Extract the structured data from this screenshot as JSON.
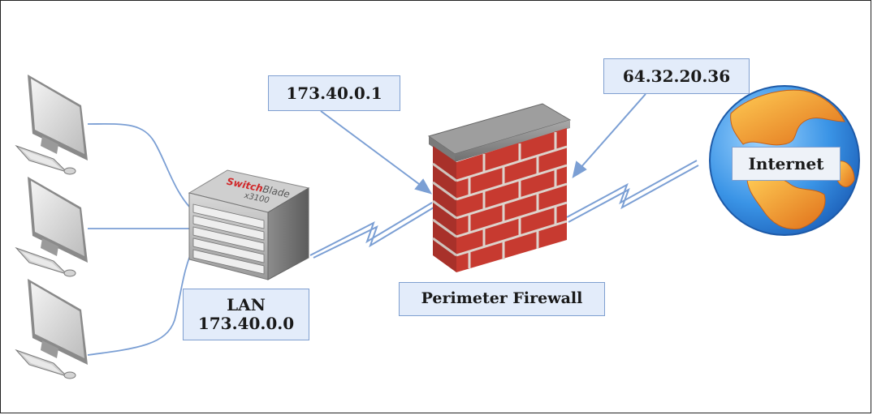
{
  "labels": {
    "firewall_ip": "173.40.0.1",
    "wan_ip": "64.32.20.36",
    "lan_name": "LAN",
    "lan_subnet": "173.40.0.0",
    "firewall_name": "Perimeter Firewall",
    "internet_name": "Internet"
  },
  "switch": {
    "brand_switch": "Switch",
    "brand_blade": "Blade",
    "model": "x3100"
  },
  "colors": {
    "label_fill": "#e3ecfa",
    "label_border": "#7f9fd0",
    "link_line": "#7b9fd4",
    "brick": "#c73a30",
    "mortar": "#d8d2cc",
    "ocean": "#2f8fe0",
    "land": "#f2a42b"
  },
  "icons": [
    "computer-icon",
    "switch-icon",
    "firewall-icon",
    "globe-icon"
  ]
}
